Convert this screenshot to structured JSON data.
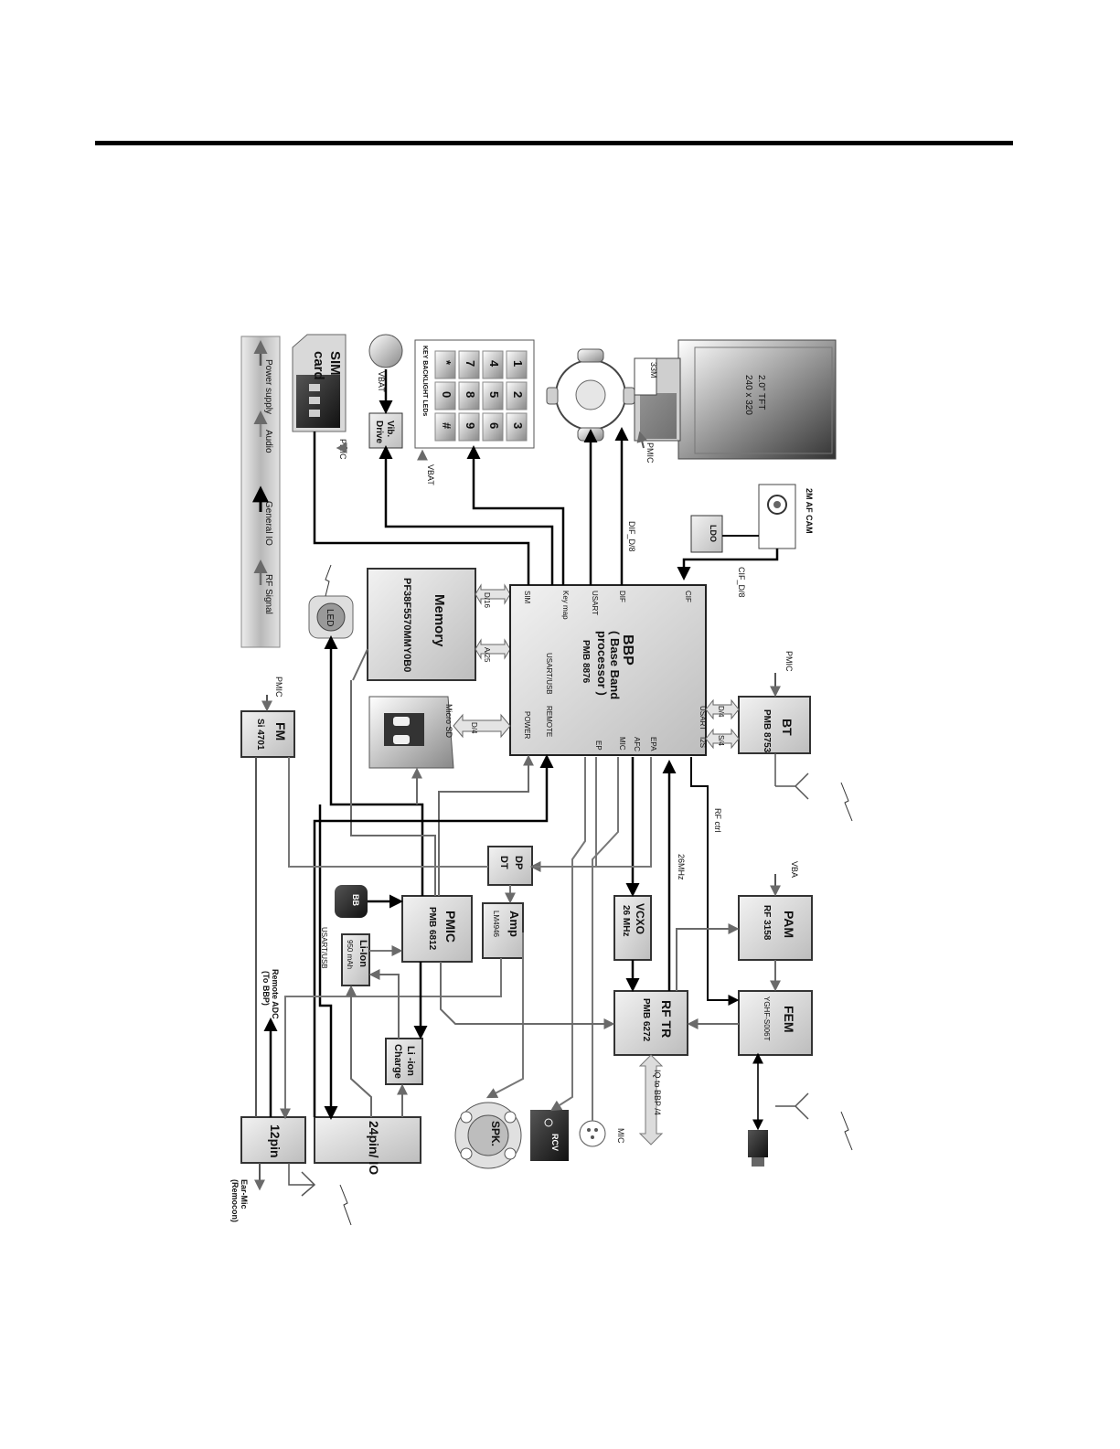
{
  "labels": {
    "bbp": {
      "title": "BBP",
      "sub1": "( Base Band",
      "sub2": "processor )",
      "part": "PMB 8876"
    },
    "bbp_ports": {
      "sim": "SIM",
      "keymap": "Key map",
      "usart": "USART",
      "dif": "DIF",
      "cif": "CIF",
      "usart_usb": "USART/USB",
      "remote": "REMOTE",
      "power": "POWER",
      "ep": "EP",
      "mic": "MIC",
      "afc": "AFC",
      "epa": "EPA",
      "i2s": "I2S",
      "usart2": "USART"
    },
    "memory": {
      "title": "Memory",
      "part": "PF38F5570MMY0B0"
    },
    "bus_d16": "D/16",
    "bus_a25": "A/25",
    "bus_d4_sd": "D/4",
    "bus_d4_bt": "D/4",
    "bus_s4_bt": "S/4",
    "microsd": "Micro SD",
    "bt": {
      "title": "BT",
      "part": "PMB 8753"
    },
    "fm": {
      "title": "FM",
      "part": "Si 4701"
    },
    "pmic_box": {
      "title": "PMIC",
      "part": "PMB 6812"
    },
    "liion_batt": {
      "title": "Li-Ion",
      "part": "950 mAh"
    },
    "liion_charge": {
      "l1": "Li -ion",
      "l2": "Charge"
    },
    "amp": {
      "title": "Amp",
      "part": "LM4946"
    },
    "dpdt": {
      "l1": "DP",
      "l2": "DT"
    },
    "vcxo": {
      "l1": "VCXO",
      "l2": "26 MHz"
    },
    "rftr": {
      "title": "RF TR",
      "part": "PMB 6272"
    },
    "pam": {
      "title": "PAM",
      "part": "RF 3158"
    },
    "fem": {
      "title": "FEM",
      "part": "YGHF-S006T"
    },
    "pin12": "12pin",
    "pin24": "24pin/ IO",
    "spk": "SPK.",
    "rcv": "RCV",
    "mic_label": "MIC",
    "sim_card": {
      "l1": "SIM",
      "l2": "card"
    },
    "vib": {
      "l1": "Vib.",
      "l2": "Drive"
    },
    "vbat1": "VBAT",
    "vbat2": "VBAT",
    "pmic_small1": "PMIC",
    "pmic_small2": "PMIC",
    "pmic_small3": "PMIC",
    "pmic_small4": "PMIC",
    "key_backlight": "KEY BACKLIGHT LEDs",
    "keypad_keys": [
      "1",
      "2",
      "3",
      "4",
      "5",
      "6",
      "7",
      "8",
      "9",
      "*",
      "0",
      "#"
    ],
    "tft": {
      "l1": "2.0\" TFT",
      "l2": "240 x 320"
    },
    "sm": "33M",
    "cam": "2M AF CAM",
    "ldo": "LDO",
    "cif_d8": "CIF_D/8",
    "dif_d8": "DIF_D/8",
    "led": "LED",
    "bb": "BB",
    "rf_ctrl": "RF ctrl",
    "mhz26": "26MHz",
    "vba": "VBA",
    "iq": "IQ to BBP /4",
    "usart_usb_line": "USART/USB",
    "remote_adc": {
      "l1": "Remote ADC",
      "l2": "(To BBP)"
    },
    "ear_mic": {
      "l1": "Ear-Mic",
      "l2": "(Remocon)"
    },
    "legend": {
      "power": "Power supply",
      "audio": "Audio",
      "general": "General IO",
      "rf": "RF Signal"
    }
  },
  "colors": {
    "power": "#555555",
    "audio": "#888888",
    "general": "#000000",
    "rf": "#6e6e6e",
    "box": "#d0d0d0"
  }
}
